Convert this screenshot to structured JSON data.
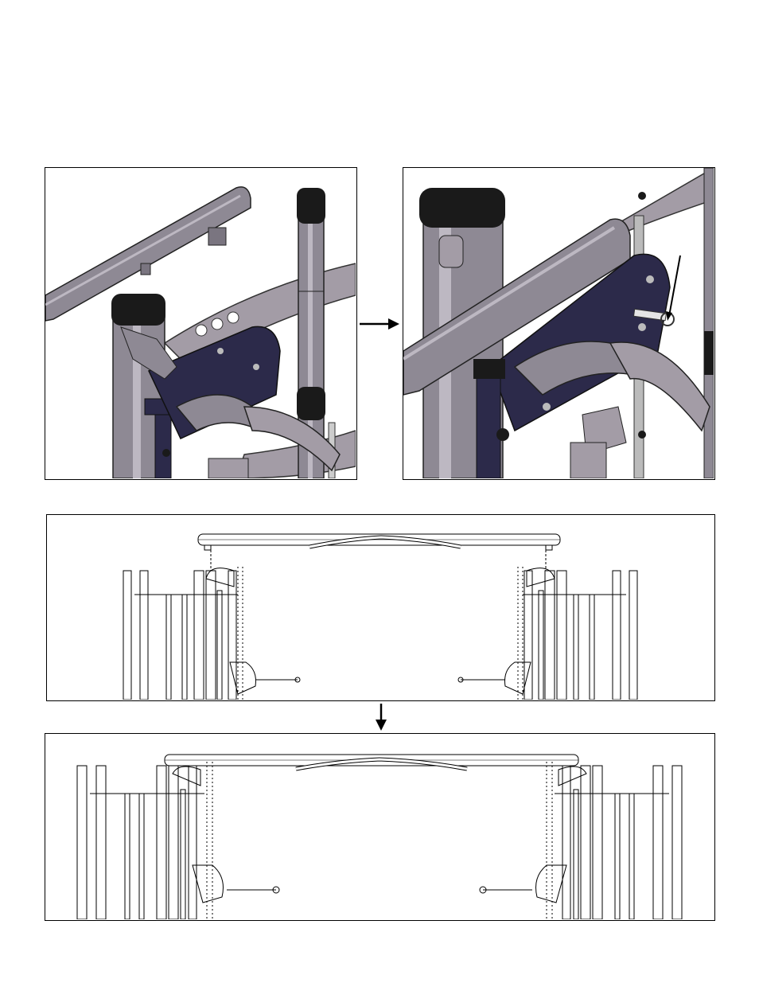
{
  "figures": {
    "detail_before": {
      "icon": "crossbar-bracket-detail-illustration"
    },
    "detail_after": {
      "icon": "crossbar-pinned-detail-illustration"
    },
    "overview_before": {
      "icon": "crossbar-raised-overview-illustration"
    },
    "overview_after": {
      "icon": "crossbar-mounted-overview-illustration"
    }
  },
  "arrows": {
    "horizontal": {
      "icon": "arrow-right-icon"
    },
    "vertical": {
      "icon": "arrow-down-icon"
    }
  },
  "colors": {
    "tube": "#8e8994",
    "tube_dark": "#5a5560",
    "navy": "#2c2a4a",
    "cap": "#1a1a1a",
    "plate": "#a39ca6"
  }
}
